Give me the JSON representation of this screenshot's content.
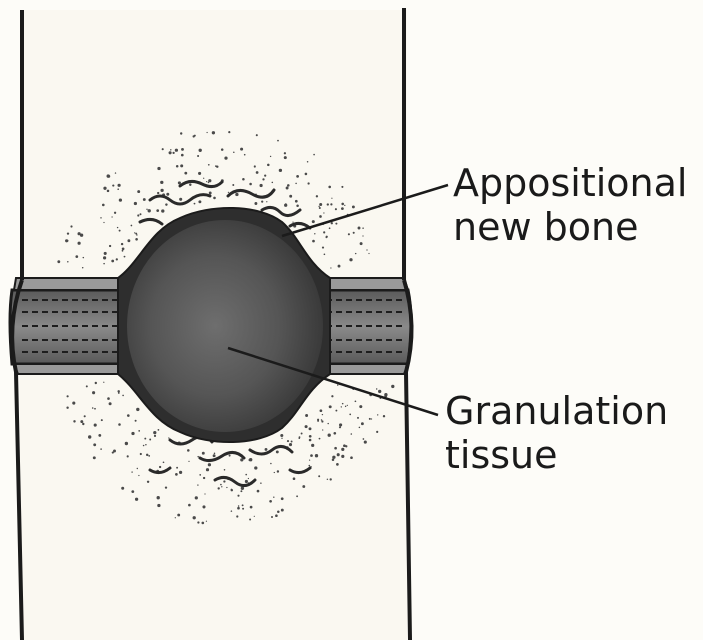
{
  "labels": {
    "appositional_line1": "Appositional",
    "appositional_line2": "new bone",
    "granulation_line1": "Granulation",
    "granulation_line2": "tissue"
  },
  "colors": {
    "background": "#fdfcf8",
    "outline": "#1b1b1b",
    "bone_wall": "#7a7a7a",
    "bone_wall_dark": "#3a3a3a",
    "new_bone": "#2e2e2e",
    "granulation_center": "#6a6a6a",
    "granulation_edge": "#3c3c3c",
    "stipple": "#4a4a4a"
  }
}
